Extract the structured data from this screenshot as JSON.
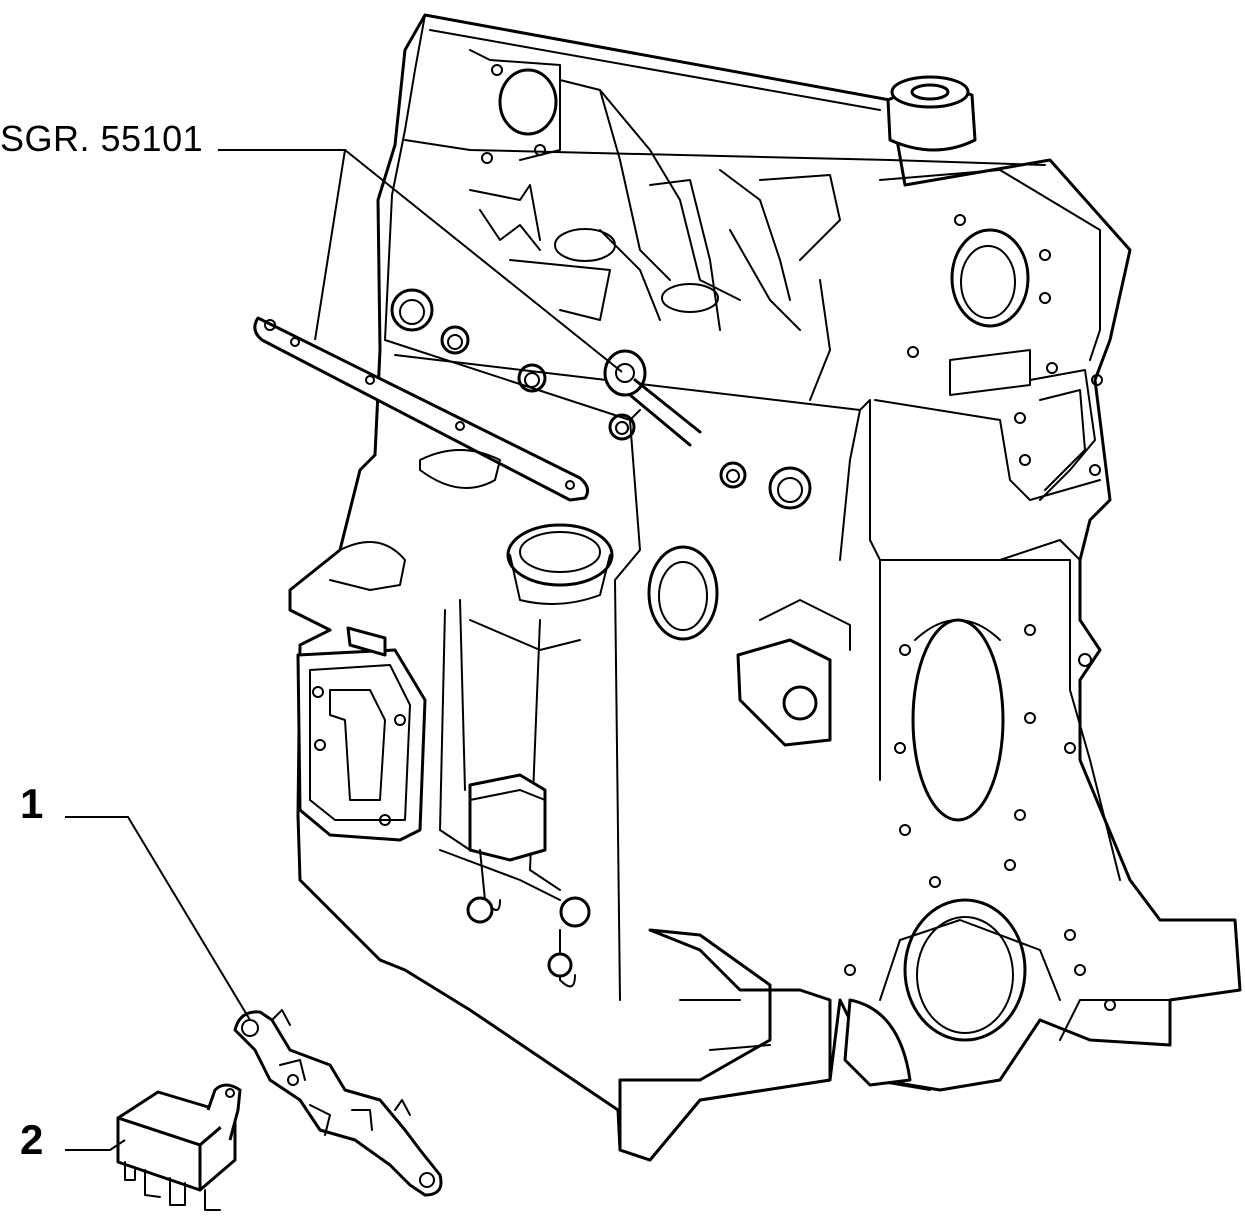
{
  "diagram": {
    "reference_label": "SGR. 55101",
    "callouts": [
      {
        "number": "1",
        "part": "mounting-bracket"
      },
      {
        "number": "2",
        "part": "relay-unit"
      }
    ]
  },
  "colors": {
    "line": "#000000",
    "background": "#ffffff"
  }
}
